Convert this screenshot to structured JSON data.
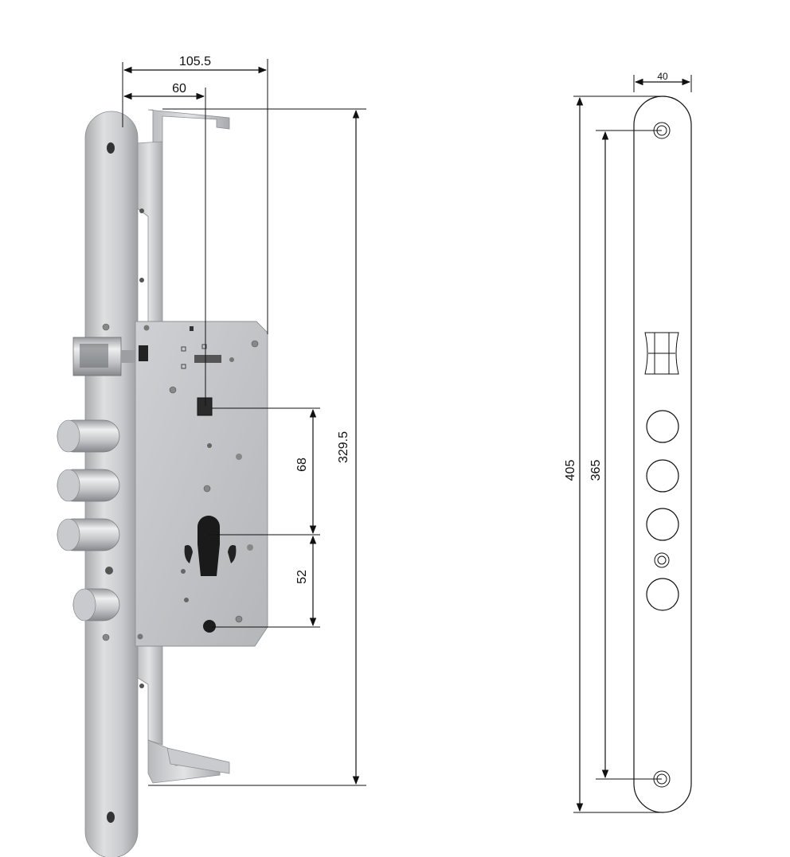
{
  "dimensions": {
    "overall_width": "105.5",
    "backset": "60",
    "case_height": "329.5",
    "handle_to_cylinder": "68",
    "cylinder_to_lower": "52",
    "faceplate_width": "40",
    "faceplate_length": "405",
    "screw_centers": "365"
  },
  "colors": {
    "steel_light": "#d9dadc",
    "steel_mid": "#b9bbbe",
    "steel_dark": "#8e9094",
    "line": "#111111"
  }
}
